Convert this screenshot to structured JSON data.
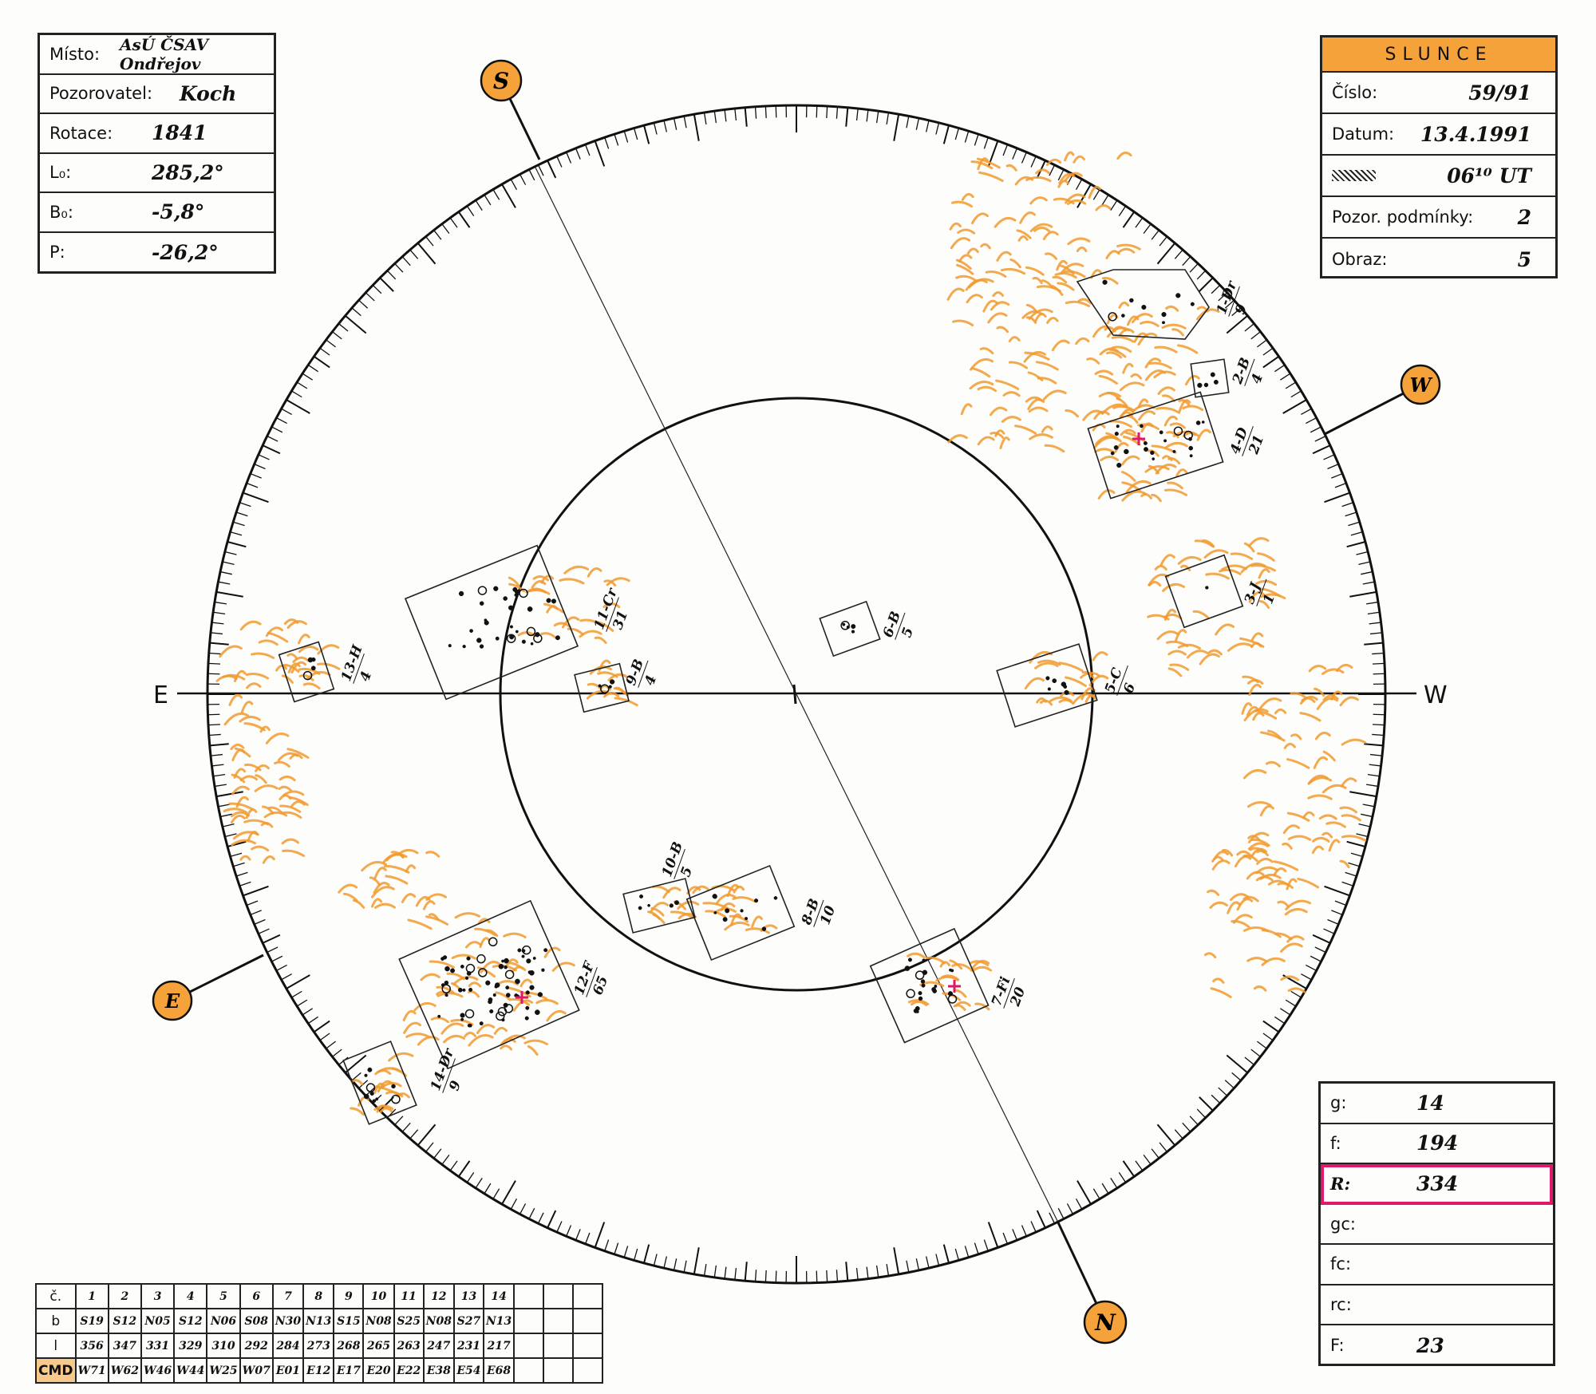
{
  "meta": {
    "misto_label": "Místo:",
    "misto": "AsÚ ČSAV Ondřejov",
    "pozorovatel_label": "Pozorovatel:",
    "pozorovatel": "Koch",
    "rotace_label": "Rotace:",
    "rotace": "1841",
    "l0_label": "L₀:",
    "l0": "285,2°",
    "b0_label": "B₀:",
    "b0": "-5,8°",
    "p_label": "P:",
    "p": "-26,2°"
  },
  "sun": {
    "title": "SLUNCE",
    "cislo_label": "Číslo:",
    "cislo": "59/91",
    "datum_label": "Datum:",
    "datum": "13.4.1991",
    "time_label": "",
    "time": "06¹⁰ UT",
    "podminky_label": "Pozor. podmínky:",
    "podminky": "2",
    "obraz_label": "Obraz:",
    "obraz": "5"
  },
  "counts": {
    "g_label": "g:",
    "g": "14",
    "f_label": "f:",
    "f": "194",
    "r_label": "R:",
    "r": "334",
    "gc_label": "gc:",
    "gc": "",
    "fc_label": "fc:",
    "fc": "",
    "rc_label": "rc:",
    "rc": "",
    "F_label": "F:",
    "F": "23"
  },
  "compass": {
    "S": "S",
    "W": "W",
    "N": "N",
    "E": "E",
    "E_axis": "E",
    "W_axis": "W"
  },
  "colors": {
    "accent": "#f5a23b",
    "faculae": "#f19a2e",
    "highlight": "#e0186a",
    "ink": "#111111"
  },
  "table": {
    "header": [
      "č.",
      "1",
      "2",
      "3",
      "4",
      "5",
      "6",
      "7",
      "8",
      "9",
      "10",
      "11",
      "12",
      "13",
      "14"
    ],
    "b": [
      "b",
      "S19",
      "S12",
      "N05",
      "S12",
      "N06",
      "S08",
      "N30",
      "N13",
      "S15",
      "N08",
      "S25",
      "N08",
      "S27",
      "N13"
    ],
    "l": [
      "l",
      "356",
      "347",
      "331",
      "329",
      "310",
      "292",
      "284",
      "273",
      "268",
      "265",
      "263",
      "247",
      "231",
      "217"
    ],
    "cmd": [
      "CMD",
      "W71",
      "W62",
      "W46",
      "W44",
      "W25",
      "W07",
      "E01",
      "E12",
      "E17",
      "E20",
      "E22",
      "E38",
      "E54",
      "E68"
    ]
  },
  "groups": [
    {
      "id": "1-Dr",
      "label": "1-Dr",
      "count": "9"
    },
    {
      "id": "2-B",
      "label": "2-B",
      "count": "4"
    },
    {
      "id": "3-J",
      "label": "3-J",
      "count": "1"
    },
    {
      "id": "4-D",
      "label": "4-D",
      "count": "21"
    },
    {
      "id": "5-C",
      "label": "5-C",
      "count": "6"
    },
    {
      "id": "6-B",
      "label": "6-B",
      "count": "5"
    },
    {
      "id": "7-Fi",
      "label": "7-Fi",
      "count": "20"
    },
    {
      "id": "8-B",
      "label": "8-B",
      "count": "10"
    },
    {
      "id": "9-B",
      "label": "9-B",
      "count": "4"
    },
    {
      "id": "10-B",
      "label": "10-B",
      "count": "5"
    },
    {
      "id": "11-Cr",
      "label": "11-Cr",
      "count": "31"
    },
    {
      "id": "12-F",
      "label": "12-F",
      "count": "65"
    },
    {
      "id": "13-H",
      "label": "13-H",
      "count": "4"
    },
    {
      "id": "14-Dr",
      "label": "14-Dr",
      "count": "9"
    }
  ]
}
